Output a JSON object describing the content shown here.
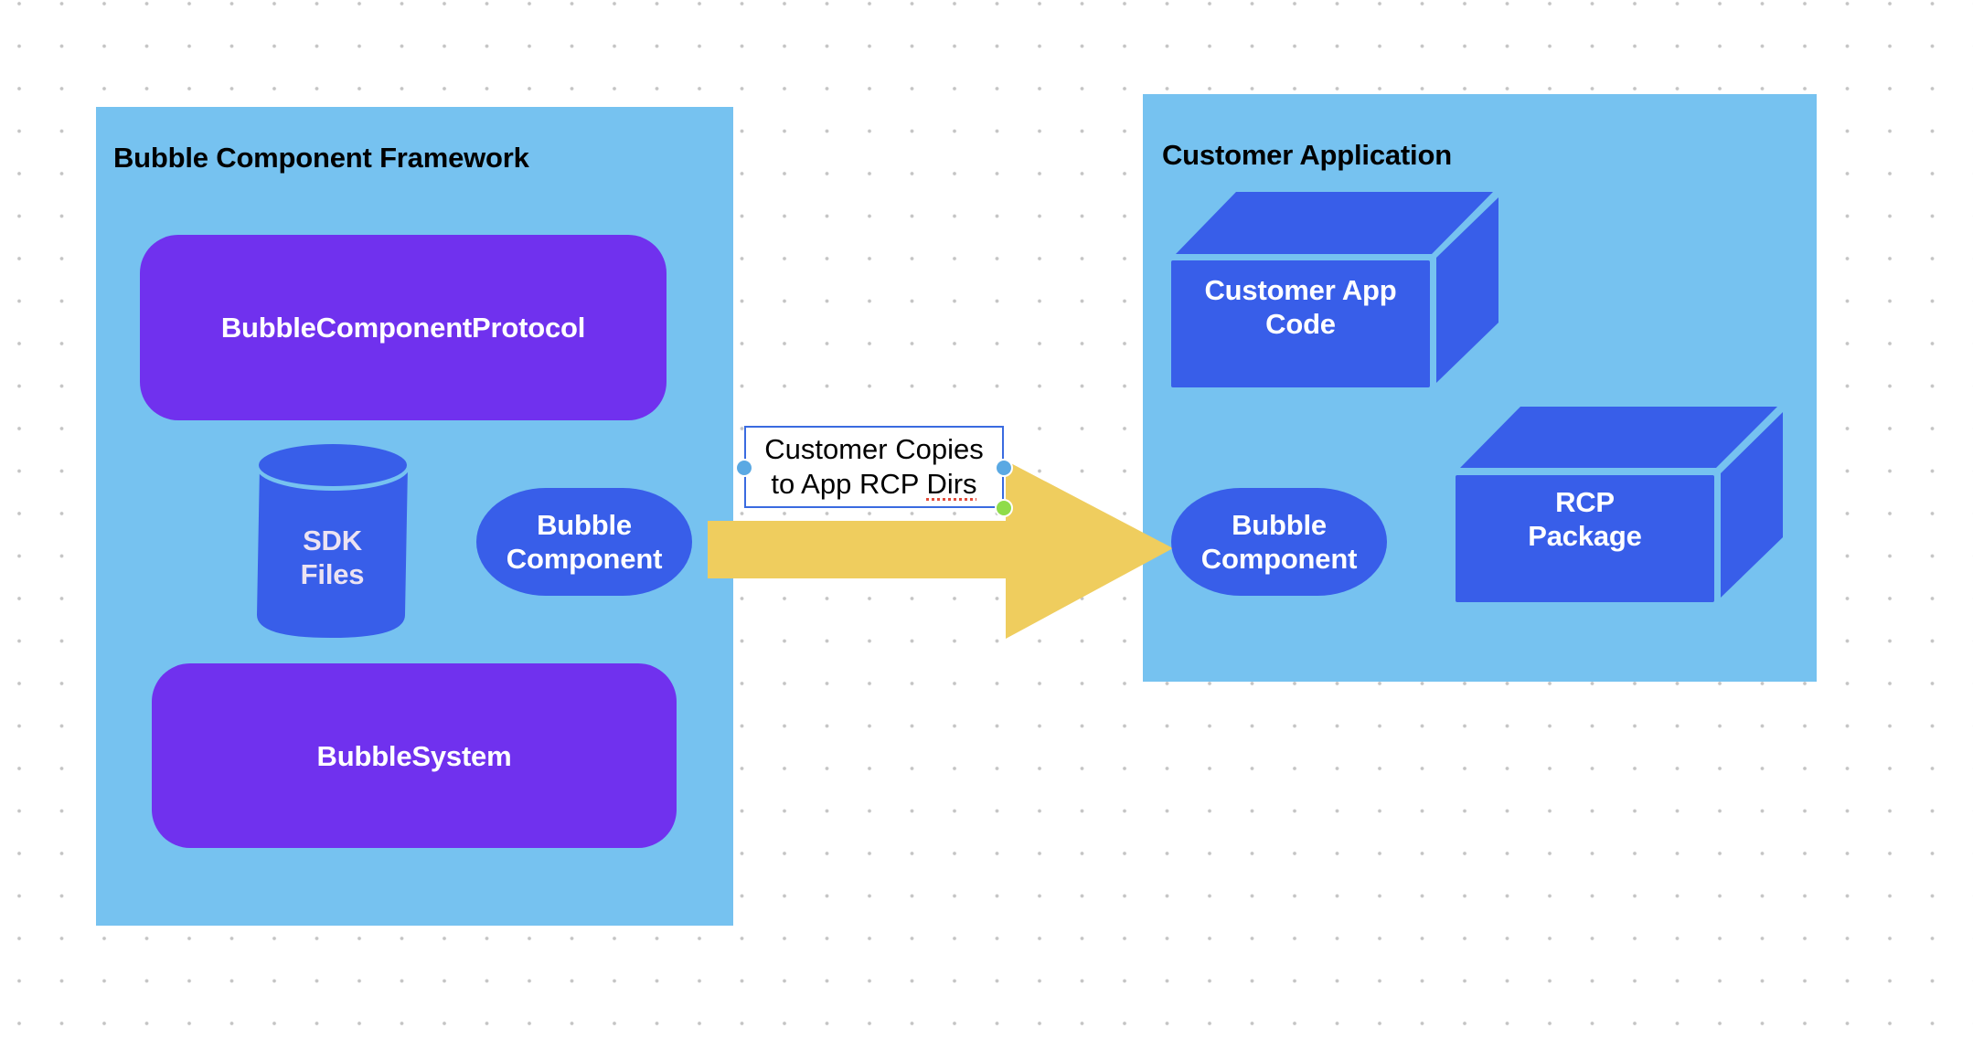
{
  "canvas": {
    "background": "#ffffff",
    "grid_dot_color": "#c4c4c4"
  },
  "colors": {
    "container_fill": "#76c2f0",
    "purple_block": "#7031ee",
    "blue_shape": "#385ee9",
    "arrow_fill": "#efcd5e",
    "selection_border": "#3a6be0",
    "handle_blue": "#5aa9e3",
    "handle_green": "#8fdc4a",
    "spellcheck_underline": "#e24b3b"
  },
  "left_container": {
    "title": "Bubble Component Framework",
    "blocks": {
      "protocol": "BubbleComponentProtocol",
      "system": "BubbleSystem"
    },
    "sdk_files": "SDK\nFiles",
    "bubble_component": "Bubble\nComponent"
  },
  "arrow": {
    "label_line1": "Customer Copies",
    "label_line2_prefix": "to App RCP ",
    "label_line2_flagged": "Dirs",
    "label_selected": true
  },
  "right_container": {
    "title": "Customer Application",
    "app_code_cube": "Customer App\nCode",
    "bubble_component": "Bubble\nComponent",
    "rcp_package_cube": "RCP\nPackage"
  }
}
